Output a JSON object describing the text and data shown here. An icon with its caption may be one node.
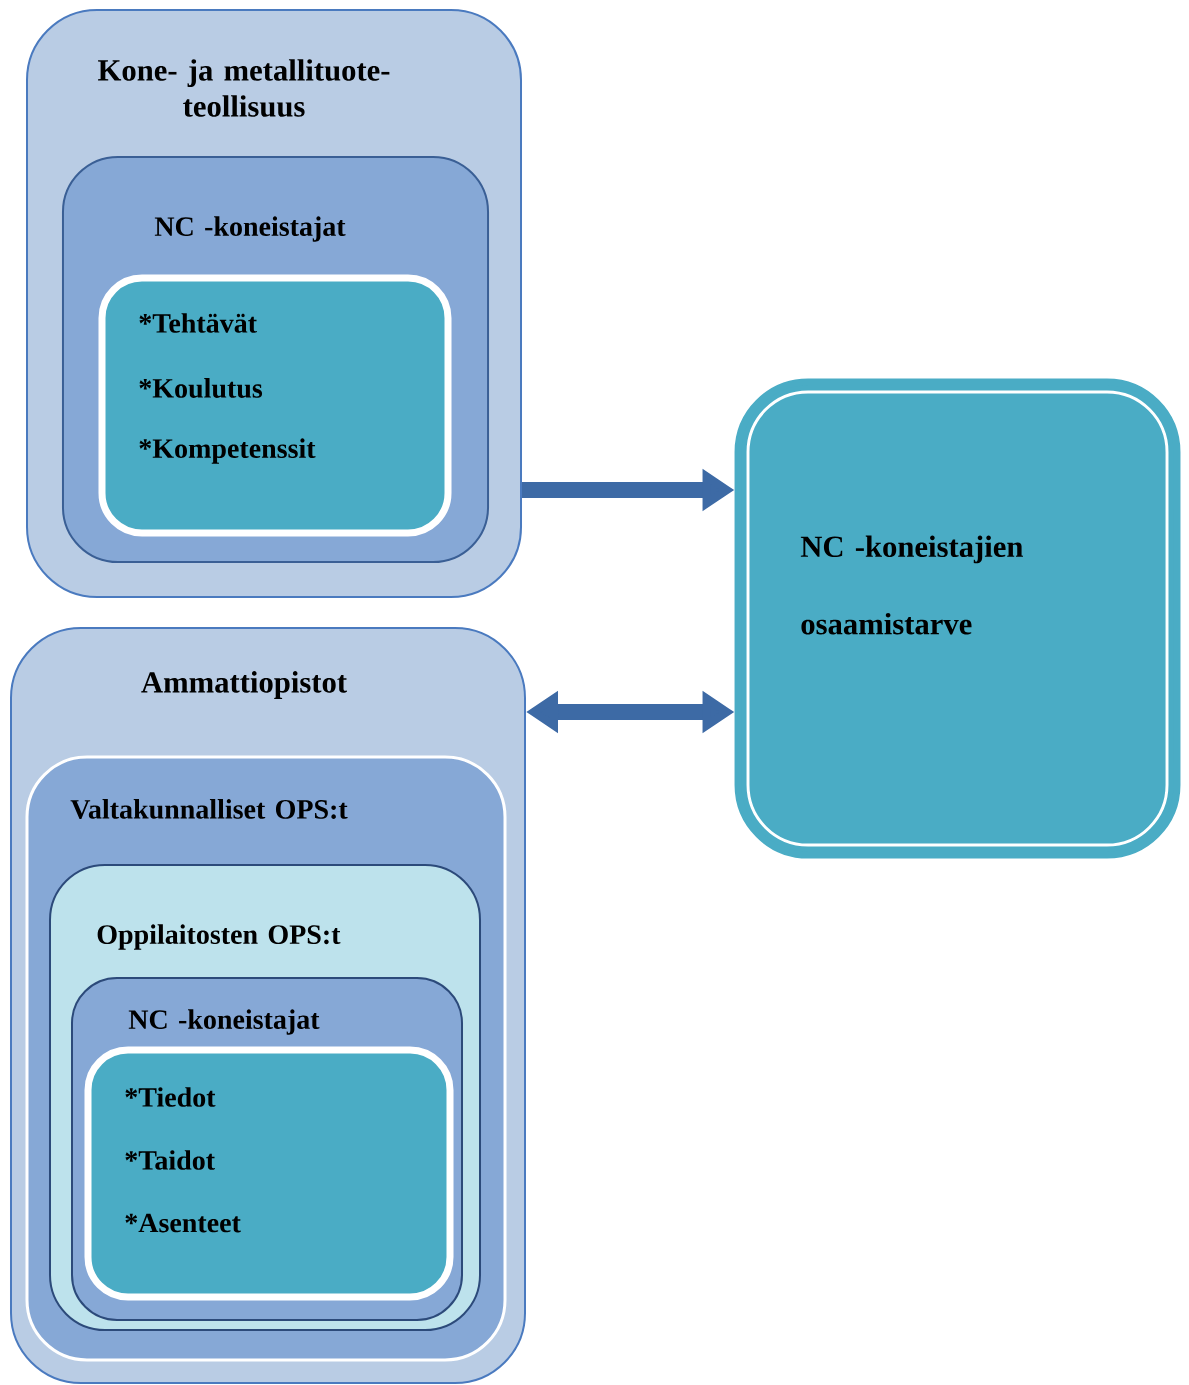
{
  "diagram": {
    "nodes": [
      {
        "text": [
          "Kone- ja metallituote- teollisuus"
        ]
      },
      {
        "text": [
          "NC -koneistajat"
        ],
        "in": 0
      },
      {
        "text": [
          "*Tehtävät",
          "*Koulutus",
          "*Kompetenssit"
        ],
        "in": 1
      },
      {
        "text": [
          "NC -koneistajien osaamistarve"
        ]
      },
      {
        "text": [
          "Ammattiopistot"
        ]
      },
      {
        "text": [
          "Valtakunnalliset OPS:t"
        ],
        "in": 4
      },
      {
        "text": [
          "Oppilaitosten OPS:t"
        ],
        "in": 5
      },
      {
        "text": [
          "NC -koneistajat"
        ],
        "in": 6
      },
      {
        "text": [
          "*Tiedot",
          "*Taidot",
          "*Asenteet"
        ],
        "in": 7
      }
    ],
    "edges": [
      {
        "from": 0,
        "to": 3,
        "arrow": "to"
      },
      {
        "from": 4,
        "to": 3,
        "arrow": "both"
      }
    ]
  }
}
